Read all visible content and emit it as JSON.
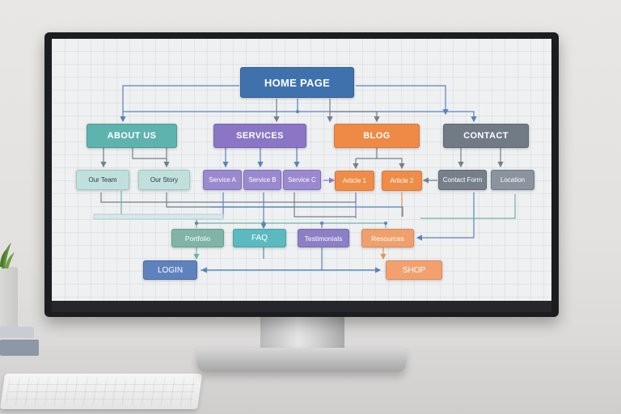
{
  "colors": {
    "home": "#3f72ad",
    "about": "#5fb3ae",
    "services": "#8a76c4",
    "blog": "#ee8a45",
    "contact": "#707b86",
    "about_child": "#bfe0dc",
    "services_child": "#9a89cf",
    "blog_child": "#ef8d48",
    "contact_child": "#75808b",
    "portfolio": "#7fb4a7",
    "faq": "#5bb9c0",
    "testimonials": "#8c7fc5",
    "resources": "#f0a06c",
    "login": "#5e82bd",
    "shop": "#f2a06e",
    "wire_blue": "#5a83b9",
    "wire_teal": "#6eb2aa",
    "wire_gray": "#747f8a",
    "wire_purple": "#8b7bc3",
    "wire_orange": "#e59459"
  },
  "sitemap": {
    "home": "HOME PAGE",
    "about": "ABOUT US",
    "services": "SERVICES",
    "blog": "BLOG",
    "contact": "CONTACT",
    "our_team": "Our Team",
    "our_story": "Our Story",
    "service_a": "Service A",
    "service_b": "Service B",
    "service_c": "Service C",
    "article_1": "Article 1",
    "article_2": "Article 2",
    "contact_form": "Contact Form",
    "location": "Location",
    "portfolio": "Portfolio",
    "faq": "FAQ",
    "testimonials": "Testimonials",
    "resources": "Resources",
    "login": "LOGIN",
    "shop": "SHOP"
  }
}
